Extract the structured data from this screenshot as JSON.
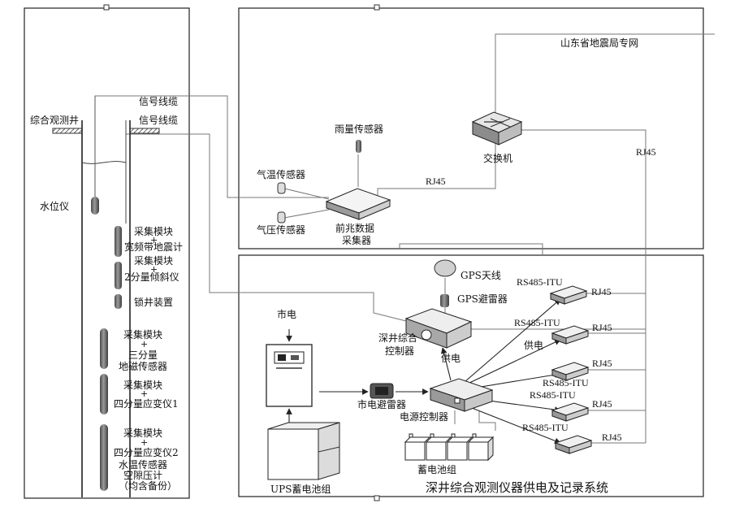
{
  "regions": {
    "network_panel": "山东省地震局专网",
    "system_panel": "深井综合观测仪器供电及记录系统"
  },
  "well": {
    "title": "综合观测井",
    "cable1": "信号线缆",
    "cable2": "信号线缆",
    "water_gauge": "水位仪",
    "modules": [
      [
        "采集模块",
        "+",
        "宽频带地震计"
      ],
      [
        "采集模块",
        "+",
        "2分量倾斜仪"
      ],
      [
        "锁井装置"
      ],
      [
        "采集模块",
        "+",
        "三分量",
        "地磁传感器"
      ],
      [
        "采集模块",
        "+",
        "四分量应变仪1"
      ],
      [
        "采集模块",
        "+",
        "四分量应变仪2",
        "水温传感器",
        "空隙压计",
        "（均含备份）"
      ]
    ]
  },
  "network": {
    "rain_sensor": "雨量传感器",
    "air_temp_sensor": "气温传感器",
    "pressure_sensor": "气压传感器",
    "collector": [
      "前兆数据",
      "采集器"
    ],
    "switch": "交换机",
    "rj45_a": "RJ45",
    "rj45_b": "RJ45"
  },
  "system": {
    "mains": "市电",
    "ups": "UPS蓄电池组",
    "gps_antenna": "GPS天线",
    "gps_arrester": "GPS避雷器",
    "controller": [
      "深井综合",
      "控制器"
    ],
    "power_supply_1": "供电",
    "power_supply_2": "供电",
    "mains_arrester": "市电避雷器",
    "power_controller": "电源控制器",
    "battery_group": "蓄电池组",
    "rs485_labels": [
      "RS485-ITU",
      "RS485-ITU",
      "RS485-ITU",
      "RS485-ITU",
      "RS485-ITU"
    ],
    "rj45_labels": [
      "RJ45",
      "RJ45",
      "RJ45",
      "RJ45",
      "RJ45"
    ]
  }
}
